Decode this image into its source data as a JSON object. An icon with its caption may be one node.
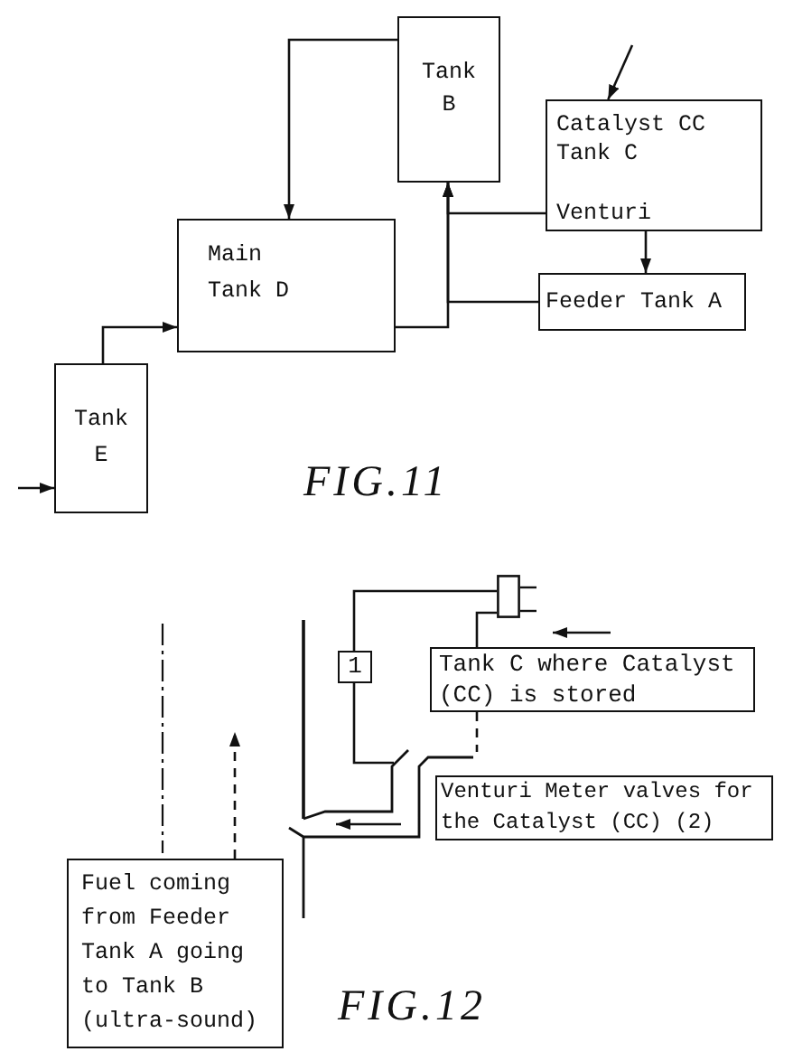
{
  "diagram": {
    "nodes": [
      {
        "text": [
          "Tank B"
        ]
      },
      {
        "text": [
          "Catalyst CC Tank C",
          "Venturi"
        ]
      },
      {
        "text": [
          "Main Tank D"
        ]
      },
      {
        "text": [
          "Feeder Tank A"
        ]
      },
      {
        "text": [
          "Tank E"
        ]
      },
      {
        "text": [
          "1"
        ]
      },
      {
        "text": [],
        "shape": "box"
      },
      {
        "text": [
          "Tank C where Catalyst (CC) is stored"
        ]
      },
      {
        "text": [
          "Venturi Meter valves for the Catalyst (CC) (2)"
        ]
      },
      {
        "text": [
          "Fuel coming from Feeder Tank A going to Tank B (ultra-sound)"
        ]
      }
    ],
    "edges": [
      {
        "from": 0,
        "to": 2,
        "arrow": "to"
      },
      {
        "from": 2,
        "to": 0,
        "arrow": "to"
      },
      {
        "from": 1,
        "to": 0,
        "arrow": "to"
      },
      {
        "from": 3,
        "to": 0,
        "arrow": "to"
      },
      {
        "from": 1,
        "to": 3,
        "arrow": "to"
      },
      {
        "from": null,
        "to": 1,
        "arrow": "to"
      },
      {
        "from": 4,
        "to": 2,
        "arrow": "to"
      },
      {
        "from": null,
        "to": 4,
        "arrow": "to"
      },
      {
        "from": 5,
        "to": 6,
        "arrow": "none"
      },
      {
        "from": 6,
        "to": 7,
        "arrow": "none"
      },
      {
        "from": 5,
        "to": null,
        "arrow": "none"
      },
      {
        "from": 7,
        "to": null,
        "arrow": "none",
        "style": "dashed"
      },
      {
        "from": 9,
        "to": null,
        "arrow": "to",
        "style": "dashed"
      }
    ],
    "labels": [
      "FIG.11",
      "FIG.12"
    ]
  }
}
